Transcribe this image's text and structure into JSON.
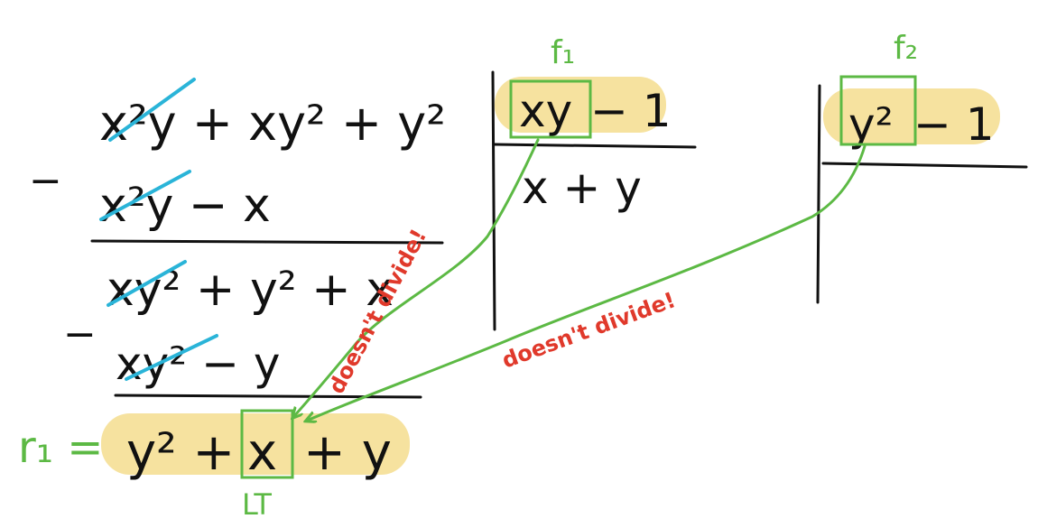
{
  "dividend": "x²y + xy² + y²",
  "step1": {
    "minus": "−",
    "subtract": "x²y − x"
  },
  "remainder1": "xy² + y² + x",
  "step2": {
    "minus": "−",
    "subtract": "xy² − y"
  },
  "final": {
    "r_label": "r₁ =",
    "expr_left": "y² +",
    "lt_term": "x",
    "expr_right": "+ y",
    "lt_label": "LT"
  },
  "divisor1": {
    "label": "f₁",
    "lt": "xy",
    "rest": "− 1",
    "quotient": "x + y"
  },
  "divisor2": {
    "label": "f₂",
    "lt": "y²",
    "rest": "− 1"
  },
  "annotations": {
    "note1": "doesn't divide!",
    "note2": "doesn't divide!"
  },
  "colors": {
    "highlight": "#f5dd8e",
    "green": "#5cb944",
    "red": "#e0392b",
    "cyan": "#2ab4d8"
  }
}
